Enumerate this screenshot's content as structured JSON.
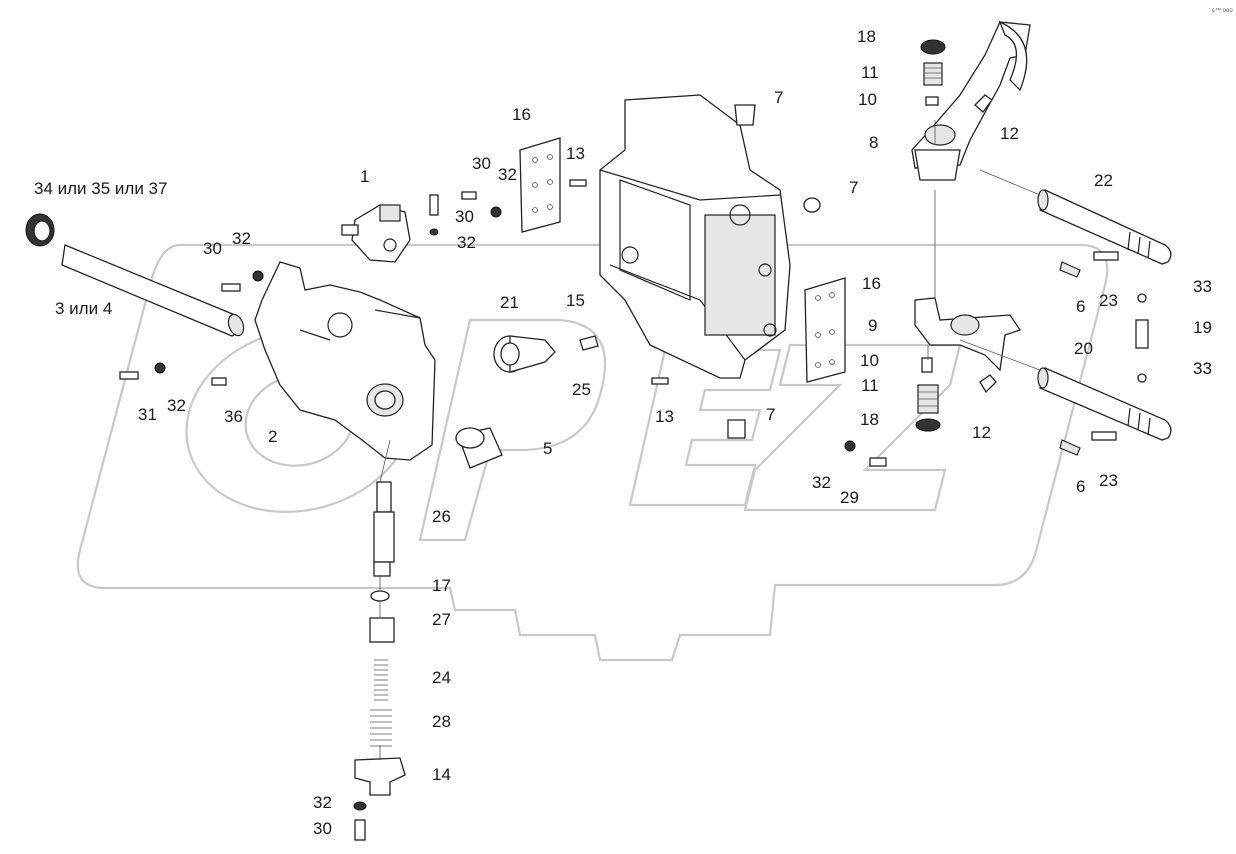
{
  "corner_mark": "c™ ooo",
  "colors": {
    "ink": "#1a1a1a",
    "watermark": "#c8c8c8",
    "part_fill": "#ffffff",
    "part_shade": "#e6e6e6"
  },
  "labels": [
    "1",
    "2",
    "3 или 4",
    "34 или 35 или 37",
    "30",
    "32",
    "31",
    "32",
    "36",
    "30",
    "32",
    "30",
    "32",
    "13",
    "16",
    "7",
    "7",
    "7",
    "13",
    "8",
    "18",
    "11",
    "10",
    "12",
    "22",
    "21",
    "15",
    "25",
    "5",
    "16",
    "9",
    "10",
    "11",
    "18",
    "12",
    "6",
    "23",
    "6",
    "23",
    "33",
    "19",
    "20",
    "33",
    "26",
    "17",
    "27",
    "24",
    "28",
    "14",
    "32",
    "30",
    "32",
    "29"
  ]
}
